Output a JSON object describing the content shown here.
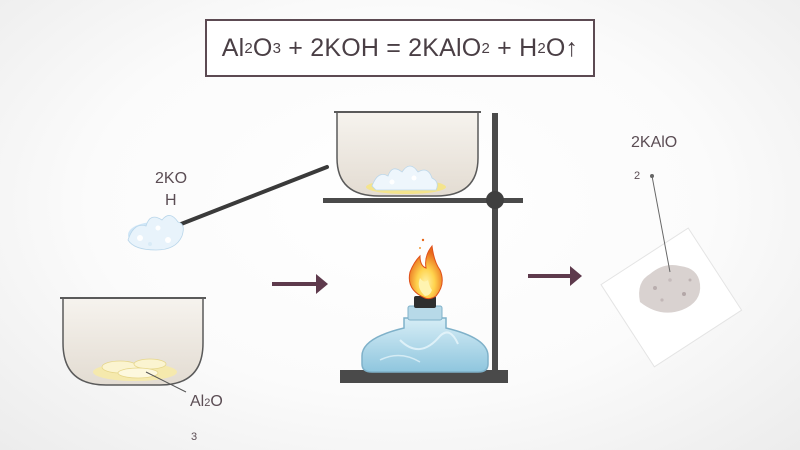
{
  "equation": {
    "al": "Al",
    "sub_al": "2",
    "o": "O",
    "sub_o": "3",
    "plus1": " + 2KOH = 2KAlO",
    "sub_kalo": "2",
    "plus2": " + H",
    "sub_h": "2",
    "tail": "O↑"
  },
  "labels": {
    "koh_line1": "2KO",
    "koh_line2": "H",
    "al2o3_main": "Al",
    "al2o3_sub": "2",
    "al2o3_o": "O",
    "al2o3_sub3": "3",
    "product_main": "2KAlO",
    "product_sub": "2"
  },
  "colors": {
    "frame": "#5c4a52",
    "arrow": "#5e3a4c",
    "stand": "#4a4a4a",
    "crucible_fill": "#ece7df",
    "lamp_glass": "#a9d4e6",
    "flame_outer": "#f08c1c",
    "flame_inner": "#ffd34d"
  }
}
